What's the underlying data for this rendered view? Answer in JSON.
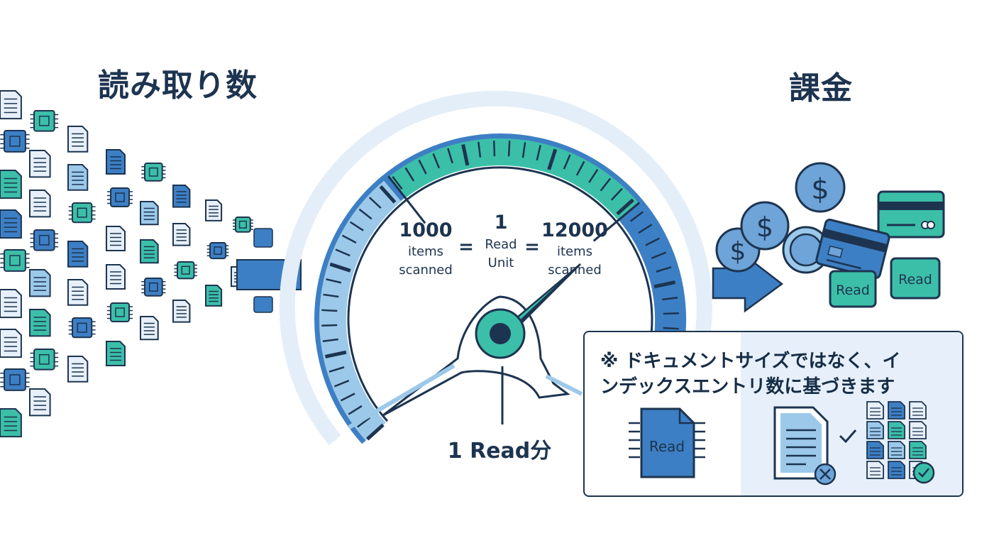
{
  "left_title": "読み取り数",
  "right_title": "課金",
  "gauge": {
    "left_value": "1000",
    "left_unit_1": "items",
    "left_unit_2": "scanned",
    "center_value": "1",
    "center_unit_1": "Read",
    "center_unit_2": "Unit",
    "right_value": "12000",
    "right_unit_1": "items",
    "right_unit_2": "scanned",
    "equals": "=",
    "bottom_label": "1 Read分"
  },
  "billing": {
    "dollar_symbol": "$",
    "read_badge_1": "Read",
    "read_badge_2": "Read"
  },
  "note": {
    "line1": "※ ドキュメントサイズではなく、イ",
    "line2": "ンデックスエントリ数に基づきます",
    "chip_label": "Read"
  },
  "colors": {
    "navy": "#1d3450",
    "blue": "#3d7fc4",
    "light_blue": "#9cc9ea",
    "teal": "#3cbfa8",
    "pale": "#e7f0fa"
  }
}
